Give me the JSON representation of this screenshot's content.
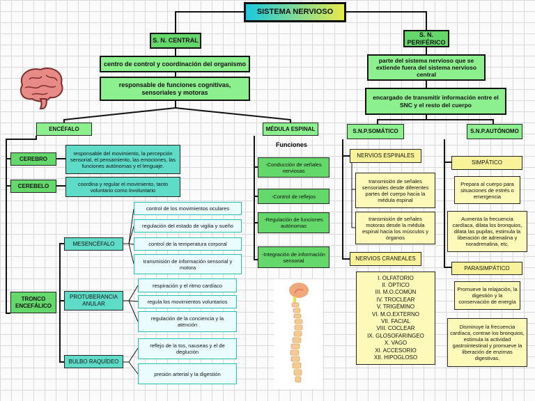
{
  "title": "SISTEMA NERVIOSO",
  "central": {
    "label": "S. N. CENTRAL",
    "def": "centro de control y coordinación del organismo",
    "role": "responsable de funciones cognitivas, sensoriales y motoras",
    "encefalo": {
      "label": "ENCÉFALO",
      "cerebro": {
        "label": "CEREBRO",
        "desc": "responsable del movimiento, la percepción sensorial, el pensamiento, las emociones, las funciones autónomas y el lenguaje."
      },
      "cerebelo": {
        "label": "CEREBELO",
        "desc": "coordina y regular el movimiento, tanto voluntario como involuntario"
      },
      "tronco": {
        "label": "TRONCO ENCEFÁLICO",
        "mesencefalo": {
          "label": "MESENCÉFALO",
          "items": [
            "control de los movimientos oculares",
            "regulación del estado de vigilia y sueño",
            "control de la temperatura corporal",
            "transmisión de información sensorial y motora"
          ]
        },
        "protuberancia": {
          "label": "PROTUBERANCIA ANULAR",
          "items": [
            "respiración y el ritmo cardíaco",
            "regula los movimientos voluntarios",
            "regulación de la conciencia y la atención"
          ]
        },
        "bulbo": {
          "label": "BULBO RAQUÍDEO",
          "items": [
            "reflejo de la tos, nauseas y el de deglución",
            "presión arterial y la digestión"
          ]
        }
      }
    },
    "medula": {
      "label": "MÉDULA ESPINAL",
      "functions_label": "Funciones",
      "functions": [
        "-Conducción de señales nerviosas",
        "-Control de reflejos",
        "-Regulación de funciones autónomas",
        "-Integración de información sensorial"
      ]
    }
  },
  "periferico": {
    "label": "S. N. PERIFÉRICO",
    "def": "parte del sistema nervioso que se extiende fuera del sistema nervioso central",
    "role": "encargado de transmitir información entre el SNC y el resto del cuerpo",
    "somatico": {
      "label": "S.N.P.SOMÁTICO",
      "espinales": {
        "label": "NERVIOS ESPINALES",
        "items": [
          "transmisión de señales sensoriales desde diferentes partes del cuerpo hacia la médula espinal",
          "transmisión de señales motoras desde la médula espinal hacia los músculos y órganos"
        ]
      },
      "craneales": {
        "label": "NERVIOS CRANEALES",
        "list": [
          "I. OLFATORIO",
          "II. ÓPTICO",
          "III. M.O.COMÚN",
          "IV. TROCLEAR",
          "V. TRIGÉMINO",
          "VI. M.O.EXTERNO",
          "VII. FACIAL",
          "VIII. COCLEAR",
          "IX. GLOSOFARINGEO",
          "X. VAGO",
          "XI. ACCESORIO",
          "XII. HIPOGLOSO"
        ]
      }
    },
    "autonomo": {
      "label": "S.N.P.AUTÓNOMO",
      "simpatico": {
        "label": "SIMPÁTICO",
        "items": [
          "Prepara al cuerpo para situaciones de estrés o emergencia",
          "Aumenta la frecuencia cardíaca, dilata los bronquios, dilata las pupilas, estimula la liberación de adrenalina y noradrenalina, etc."
        ]
      },
      "parasimpatico": {
        "label": "PARASIMPÁTICO",
        "items": [
          "Promueve la relajación, la digestión y la conservación de energía",
          "Disminuye la frecuencia cardíaca, contrae los bronquios, estimula la actividad gastrointestinal y promueve la liberación de enzimas digestivas."
        ]
      }
    }
  },
  "colors": {
    "green": "#64d86a",
    "light_green": "#8cf08e",
    "teal": "#5fdcc8",
    "yellow": "#f8f39a",
    "brain": "#e88a86"
  }
}
